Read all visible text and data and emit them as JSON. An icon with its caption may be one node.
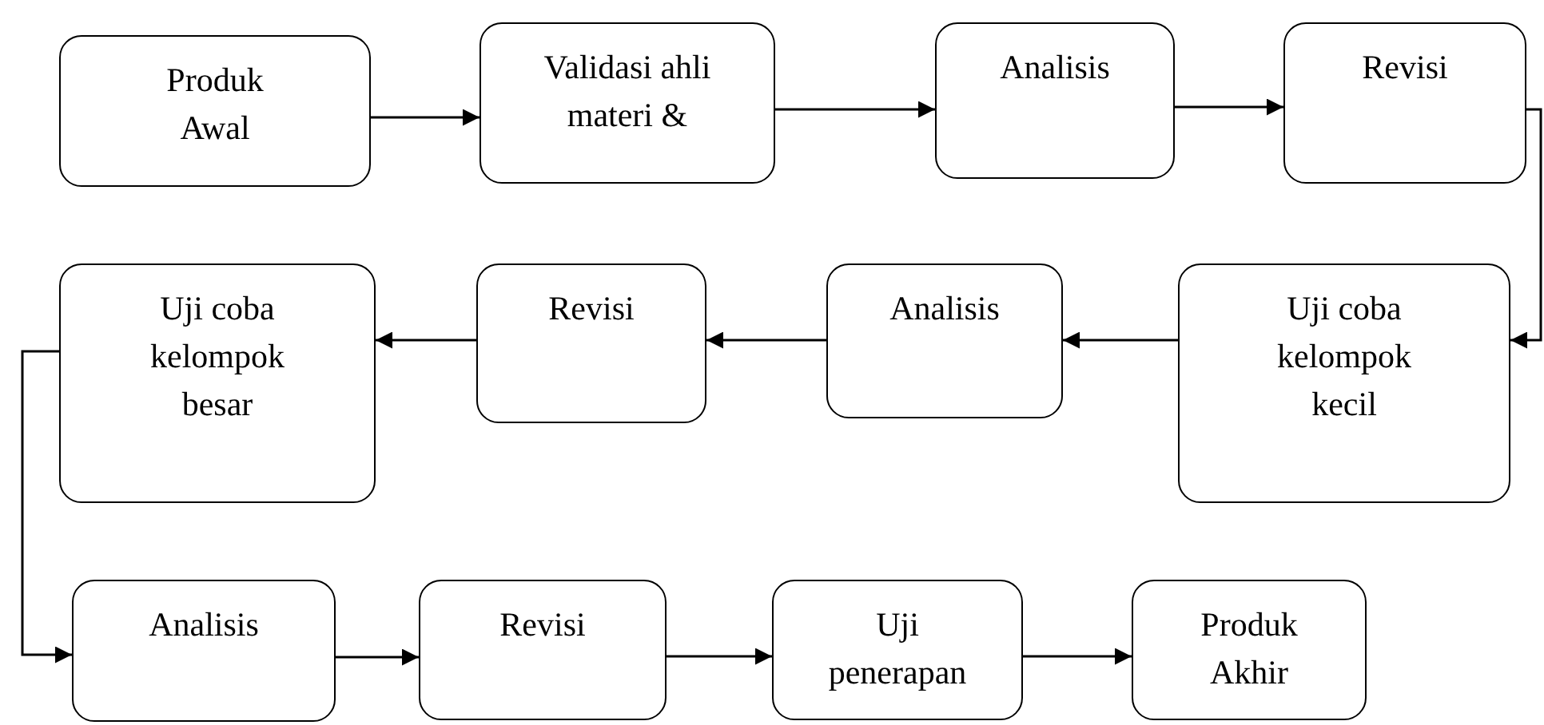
{
  "diagram": {
    "nodes": [
      {
        "text": [
          "Produk Awal"
        ]
      },
      {
        "text": [
          "Validasi ahli materi &"
        ]
      },
      {
        "text": [
          "Analisis"
        ]
      },
      {
        "text": [
          "Revisi"
        ]
      },
      {
        "text": [
          "Uji coba kelompok kecil"
        ]
      },
      {
        "text": [
          "Analisis"
        ]
      },
      {
        "text": [
          "Revisi"
        ]
      },
      {
        "text": [
          "Uji coba kelompok besar"
        ]
      },
      {
        "text": [
          "Analisis"
        ]
      },
      {
        "text": [
          "Revisi"
        ]
      },
      {
        "text": [
          "Uji penerapan"
        ]
      },
      {
        "text": [
          "Produk Akhir"
        ]
      }
    ],
    "edges": [
      {
        "from": 0,
        "to": 1,
        "arrow": "to"
      },
      {
        "from": 1,
        "to": 2,
        "arrow": "to"
      },
      {
        "from": 2,
        "to": 3,
        "arrow": "to"
      },
      {
        "from": 3,
        "to": 4,
        "arrow": "to"
      },
      {
        "from": 4,
        "to": 5,
        "arrow": "to"
      },
      {
        "from": 5,
        "to": 6,
        "arrow": "to"
      },
      {
        "from": 6,
        "to": 7,
        "arrow": "to"
      },
      {
        "from": 7,
        "to": 8,
        "arrow": "to"
      },
      {
        "from": 8,
        "to": 9,
        "arrow": "to"
      },
      {
        "from": 9,
        "to": 10,
        "arrow": "to"
      },
      {
        "from": 10,
        "to": 11,
        "arrow": "to"
      }
    ]
  }
}
